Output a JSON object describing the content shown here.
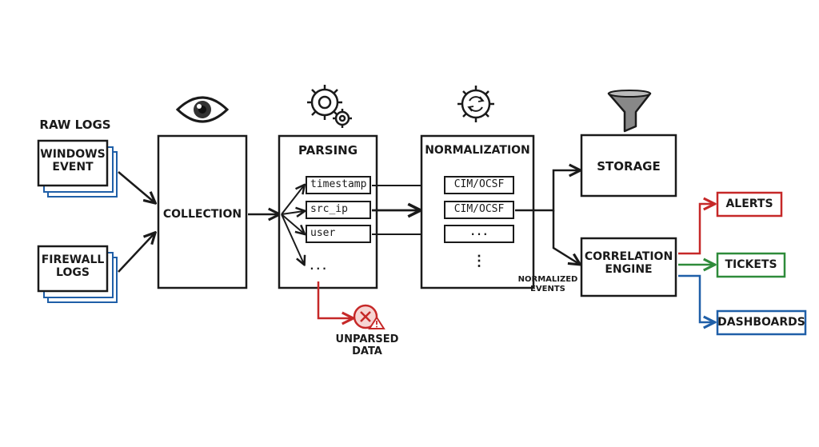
{
  "sources": {
    "title": "RAW LOGS",
    "windows": [
      "WINDOWS",
      "EVENT"
    ],
    "firewall": [
      "FIREWALL",
      "LOGS"
    ]
  },
  "stages": {
    "collection": "COLLECTION",
    "parsing": "PARSING",
    "normalization": "NORMALIZATION",
    "storage": "STORAGE",
    "correlation": [
      "CORRELATION",
      "ENGINE"
    ]
  },
  "parsed_fields": [
    "timestamp",
    "src_ip",
    "user",
    "..."
  ],
  "normalized_fields": [
    "CIM/OCSF",
    "CIM/OCSF",
    "...",
    "⋮"
  ],
  "unparsed": [
    "UNPARSED",
    "DATA"
  ],
  "normalized_events": [
    "NORMALIZED",
    "EVENTS"
  ],
  "outputs": {
    "alerts": "ALERTS",
    "tickets": "TICKETS",
    "dashboards": "DASHBOARDS"
  },
  "colors": {
    "ink": "#1a1a1a",
    "alerts": "#c62828",
    "tickets": "#2e8b3a",
    "dashboards": "#1f5fa8",
    "source_stack": "#1f5fa8",
    "unparsed": "#c62828"
  },
  "icons": {
    "collection": "eye-icon",
    "parsing": "gears-icon",
    "normalization": "refresh-gear-icon",
    "storage": "funnel-icon",
    "unparsed": "error-warning-icon"
  }
}
